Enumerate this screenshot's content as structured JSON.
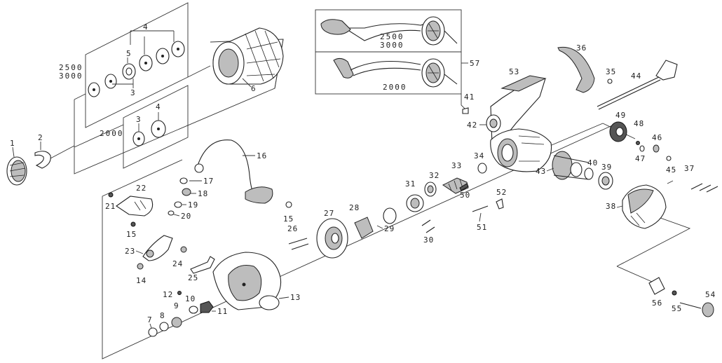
{
  "diagram": {
    "variant_labels": {
      "spool_group_big_a": "2500",
      "spool_group_big_b": "3000",
      "spool_group_small": "2000",
      "handle_big_a": "2500",
      "handle_big_b": "3000",
      "handle_small": "2000"
    },
    "part_numbers": [
      "1",
      "2",
      "3",
      "4",
      "5",
      "6",
      "7",
      "8",
      "9",
      "10",
      "11",
      "12",
      "13",
      "14",
      "15",
      "16",
      "17",
      "18",
      "19",
      "20",
      "21",
      "22",
      "23",
      "24",
      "25",
      "26",
      "27",
      "28",
      "29",
      "30",
      "31",
      "32",
      "33",
      "34",
      "35",
      "36",
      "37",
      "38",
      "39",
      "40",
      "41",
      "42",
      "43",
      "44",
      "45",
      "46",
      "47",
      "48",
      "49",
      "50",
      "51",
      "52",
      "53",
      "54",
      "55",
      "56",
      "57"
    ],
    "labels": {
      "p1": "1",
      "p2": "2",
      "p3a": "3",
      "p3b": "3",
      "p4a": "4",
      "p4b": "4",
      "p5": "5",
      "p6": "6",
      "p7": "7",
      "p8": "8",
      "p9": "9",
      "p10": "10",
      "p11": "11",
      "p12": "12",
      "p13": "13",
      "p14": "14",
      "p15a": "15",
      "p15b": "15",
      "p16": "16",
      "p17": "17",
      "p18": "18",
      "p19": "19",
      "p20": "20",
      "p21": "21",
      "p22": "22",
      "p23": "23",
      "p24": "24",
      "p25": "25",
      "p26": "26",
      "p27": "27",
      "p28": "28",
      "p29": "29",
      "p30": "30",
      "p31": "31",
      "p32": "32",
      "p33": "33",
      "p34": "34",
      "p35": "35",
      "p36": "36",
      "p37": "37",
      "p38": "38",
      "p39": "39",
      "p40": "40",
      "p41": "41",
      "p42": "42",
      "p43": "43",
      "p44": "44",
      "p45": "45",
      "p46": "46",
      "p47": "47",
      "p48": "48",
      "p49": "49",
      "p50": "50",
      "p51": "51",
      "p52": "52",
      "p53": "53",
      "p54": "54",
      "p55": "55",
      "p56": "56",
      "p57": "57"
    }
  }
}
